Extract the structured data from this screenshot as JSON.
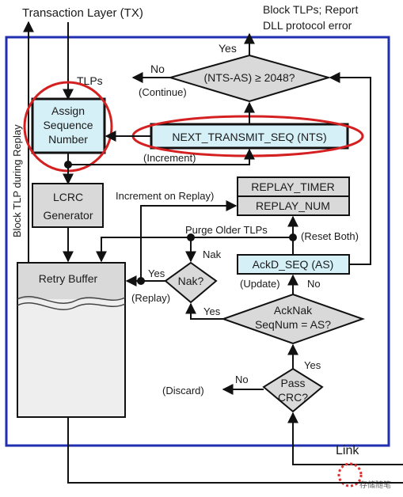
{
  "labels": {
    "tx_layer": "Transaction Layer (TX)",
    "block_note_1": "Block TLPs; Report",
    "block_note_2": "DLL protocol error",
    "block_tlp_replay": "Block TLP during Replay",
    "tlps": "TLPs",
    "assign_1": "Assign",
    "assign_2": "Sequence",
    "assign_3": "Number",
    "nts": "NEXT_TRANSMIT_SEQ (NTS)",
    "increment": "(Increment)",
    "yes_top": "Yes",
    "no_top": "No",
    "continue": "(Continue)",
    "nts_cond": "(NTS-AS) ≥ 2048?",
    "lcrc_1": "LCRC",
    "lcrc_2": "Generator",
    "inc_replay": "Increment on Replay)",
    "replay_timer": "REPLAY_TIMER",
    "replay_num": "REPLAY_NUM",
    "purge": "Purge Older TLPs",
    "reset_both": "(Reset Both)",
    "nak": "Nak",
    "retry_buffer": "Retry Buffer",
    "yes_nak": "Yes",
    "replay": "(Replay)",
    "nak_q": "Nak?",
    "ackd_seq": "AckD_SEQ (AS)",
    "update": "(Update)",
    "no_update": "No",
    "yes_acknak": "Yes",
    "acknak_1": "AckNak",
    "acknak_2": "SeqNum = AS?",
    "yes_crc": "Yes",
    "no_crc": "No",
    "discard": "(Discard)",
    "pass_1": "Pass",
    "pass_2": "CRC?",
    "link": "Link",
    "watermark": "存储随笔"
  },
  "colors": {
    "border_blue": "#1f2fb0",
    "box_fill": "#d6f0f8",
    "diamond_fill": "#d9d9d9",
    "highlight_red": "#d42020",
    "link_dot_red": "#e03030",
    "line": "#111111"
  }
}
